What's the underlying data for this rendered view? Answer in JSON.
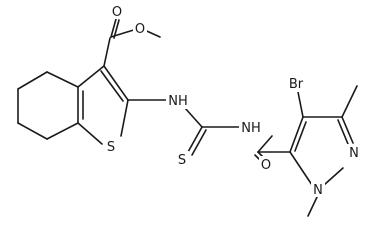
{
  "diagram": {
    "atoms": {
      "ester_O_carbonyl": "O",
      "ester_O_ether": "O",
      "thiophene_S": "S",
      "amine_NH_left": "NH",
      "thiourea_S": "S",
      "amide_NH": "NH",
      "amide_O": "O",
      "bromo": "Br",
      "pyrazole_N2": "N",
      "pyrazole_N1": "N"
    }
  }
}
